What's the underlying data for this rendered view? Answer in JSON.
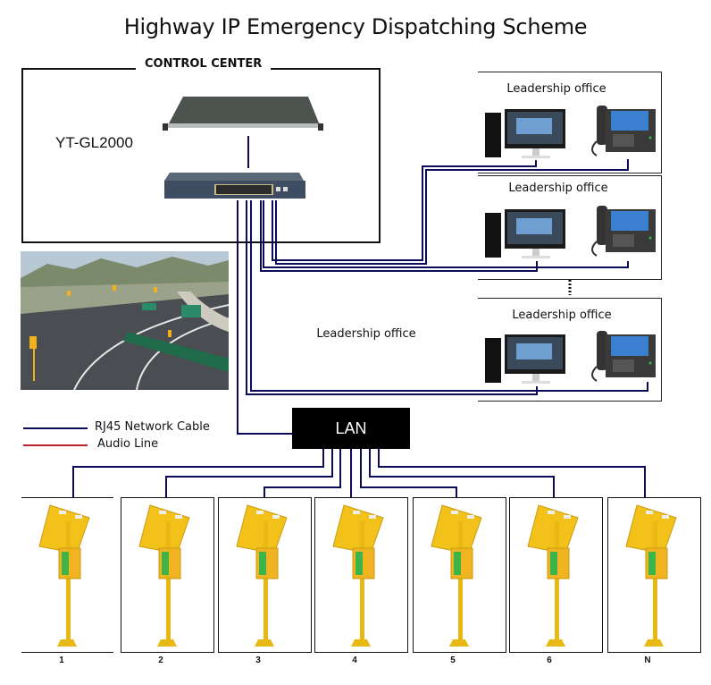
{
  "title": "Highway IP Emergency Dispatching Scheme",
  "control_center": {
    "label": "CONTROL CENTER",
    "model": "YT-GL2000",
    "devices": [
      "server-unit",
      "network-switch"
    ]
  },
  "offices": [
    {
      "label": "Leadership office",
      "devices": [
        "desktop-computer",
        "ip-video-phone"
      ]
    },
    {
      "label": "Leadership office",
      "devices": [
        "desktop-computer",
        "ip-video-phone"
      ]
    },
    {
      "label": "Leadership office",
      "devices": [
        "desktop-computer",
        "ip-video-phone"
      ]
    }
  ],
  "extra_label": "Leadership office",
  "lan_label": "LAN",
  "legend": [
    {
      "label": "RJ45 Network Cable",
      "color": "#0b0b5a"
    },
    {
      "label": "Audio Line",
      "color": "#c0202a"
    }
  ],
  "stations": [
    {
      "number": "1"
    },
    {
      "number": "2"
    },
    {
      "number": "3"
    },
    {
      "number": "4"
    },
    {
      "number": "5"
    },
    {
      "number": "6"
    },
    {
      "number": "N"
    }
  ],
  "colors": {
    "cable": "#0b0b5a",
    "audio": "#c0202a",
    "station_yellow": "#f2c21a",
    "phone_green": "#3bb44a"
  }
}
